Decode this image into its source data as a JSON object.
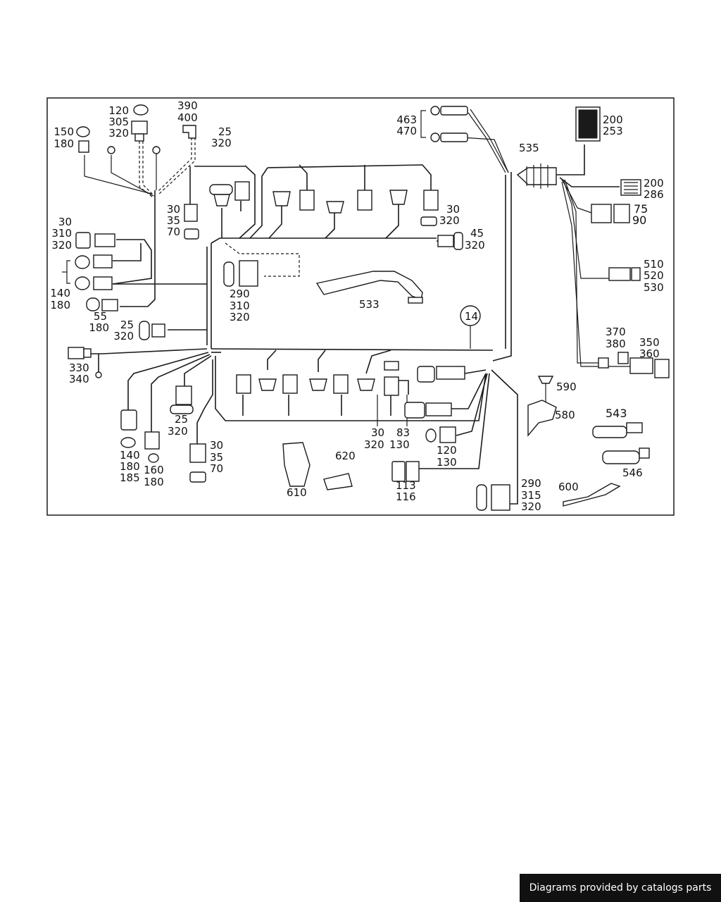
{
  "callouts": [
    {
      "id": "c_150",
      "lines": [
        "150",
        "180"
      ]
    },
    {
      "id": "c_120",
      "lines": [
        "120",
        "305",
        "320"
      ]
    },
    {
      "id": "c_390",
      "lines": [
        "390",
        "400"
      ]
    },
    {
      "id": "c_25a",
      "lines": [
        "25",
        "320"
      ]
    },
    {
      "id": "c_463",
      "lines": [
        "463",
        "470"
      ]
    },
    {
      "id": "c_535",
      "lines": [
        "535"
      ]
    },
    {
      "id": "c_200a",
      "lines": [
        "200",
        "253"
      ]
    },
    {
      "id": "c_200b",
      "lines": [
        "200",
        "286"
      ]
    },
    {
      "id": "c_75",
      "lines": [
        "75",
        "90"
      ]
    },
    {
      "id": "c_30a",
      "lines": [
        "30",
        "35",
        "70"
      ]
    },
    {
      "id": "c_30b",
      "lines": [
        "30",
        "320"
      ]
    },
    {
      "id": "c_45",
      "lines": [
        "45",
        "320"
      ]
    },
    {
      "id": "c_30c",
      "lines": [
        "30",
        "310",
        "320"
      ]
    },
    {
      "id": "c_140a",
      "lines": [
        "140",
        "180"
      ]
    },
    {
      "id": "c_55",
      "lines": [
        "55",
        "180"
      ]
    },
    {
      "id": "c_290a",
      "lines": [
        "290",
        "310",
        "320"
      ]
    },
    {
      "id": "c_533",
      "lines": [
        "533"
      ]
    },
    {
      "id": "c_14",
      "lines": [
        "14"
      ]
    },
    {
      "id": "c_510",
      "lines": [
        "510",
        "520",
        "530"
      ]
    },
    {
      "id": "c_370",
      "lines": [
        "370",
        "380"
      ]
    },
    {
      "id": "c_350",
      "lines": [
        "350",
        "360"
      ]
    },
    {
      "id": "c_25b",
      "lines": [
        "25",
        "320"
      ]
    },
    {
      "id": "c_330",
      "lines": [
        "330",
        "340"
      ]
    },
    {
      "id": "c_590",
      "lines": [
        "590"
      ]
    },
    {
      "id": "c_580",
      "lines": [
        "580"
      ]
    },
    {
      "id": "c_543",
      "lines": [
        "543"
      ]
    },
    {
      "id": "c_546",
      "lines": [
        "546"
      ]
    },
    {
      "id": "c_25c",
      "lines": [
        "25",
        "320"
      ]
    },
    {
      "id": "c_140b",
      "lines": [
        "140",
        "180",
        "185"
      ]
    },
    {
      "id": "c_160",
      "lines": [
        "160",
        "180"
      ]
    },
    {
      "id": "c_30d",
      "lines": [
        "30",
        "35",
        "70"
      ]
    },
    {
      "id": "c_30e",
      "lines": [
        "30",
        "320"
      ]
    },
    {
      "id": "c_83",
      "lines": [
        "83",
        "130"
      ]
    },
    {
      "id": "c_120b",
      "lines": [
        "120",
        "130"
      ]
    },
    {
      "id": "c_620",
      "lines": [
        "620"
      ]
    },
    {
      "id": "c_610",
      "lines": [
        "610"
      ]
    },
    {
      "id": "c_113",
      "lines": [
        "113",
        "116"
      ]
    },
    {
      "id": "c_600",
      "lines": [
        "600"
      ]
    },
    {
      "id": "c_290b",
      "lines": [
        "290",
        "315",
        "320"
      ]
    }
  ],
  "footer": "Diagrams provided by catalogs parts"
}
